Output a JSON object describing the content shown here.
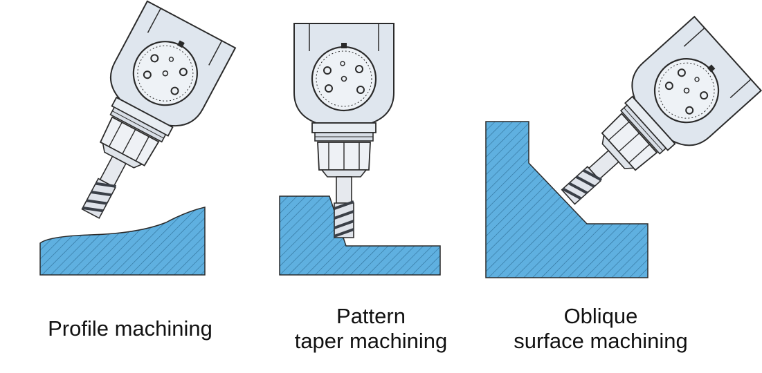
{
  "panels": [
    {
      "id": "profile",
      "caption_lines": [
        "Profile machining"
      ]
    },
    {
      "id": "pattern",
      "caption_lines": [
        "Pattern",
        "taper machining"
      ]
    },
    {
      "id": "oblique",
      "caption_lines": [
        "Oblique",
        "surface machining"
      ]
    }
  ],
  "colors": {
    "workpiece_fill": "#5fb0e0",
    "hatch": "#2f6f97",
    "head_fill": "#dfe6ee",
    "head_stroke": "#2a2a2a",
    "tool_fill": "#e6e9ee",
    "flute_dark": "#3a3f47",
    "text": "#111111"
  },
  "icons": [
    "milling-head-icon",
    "end-mill-tool-icon",
    "workpiece-section-icon"
  ]
}
